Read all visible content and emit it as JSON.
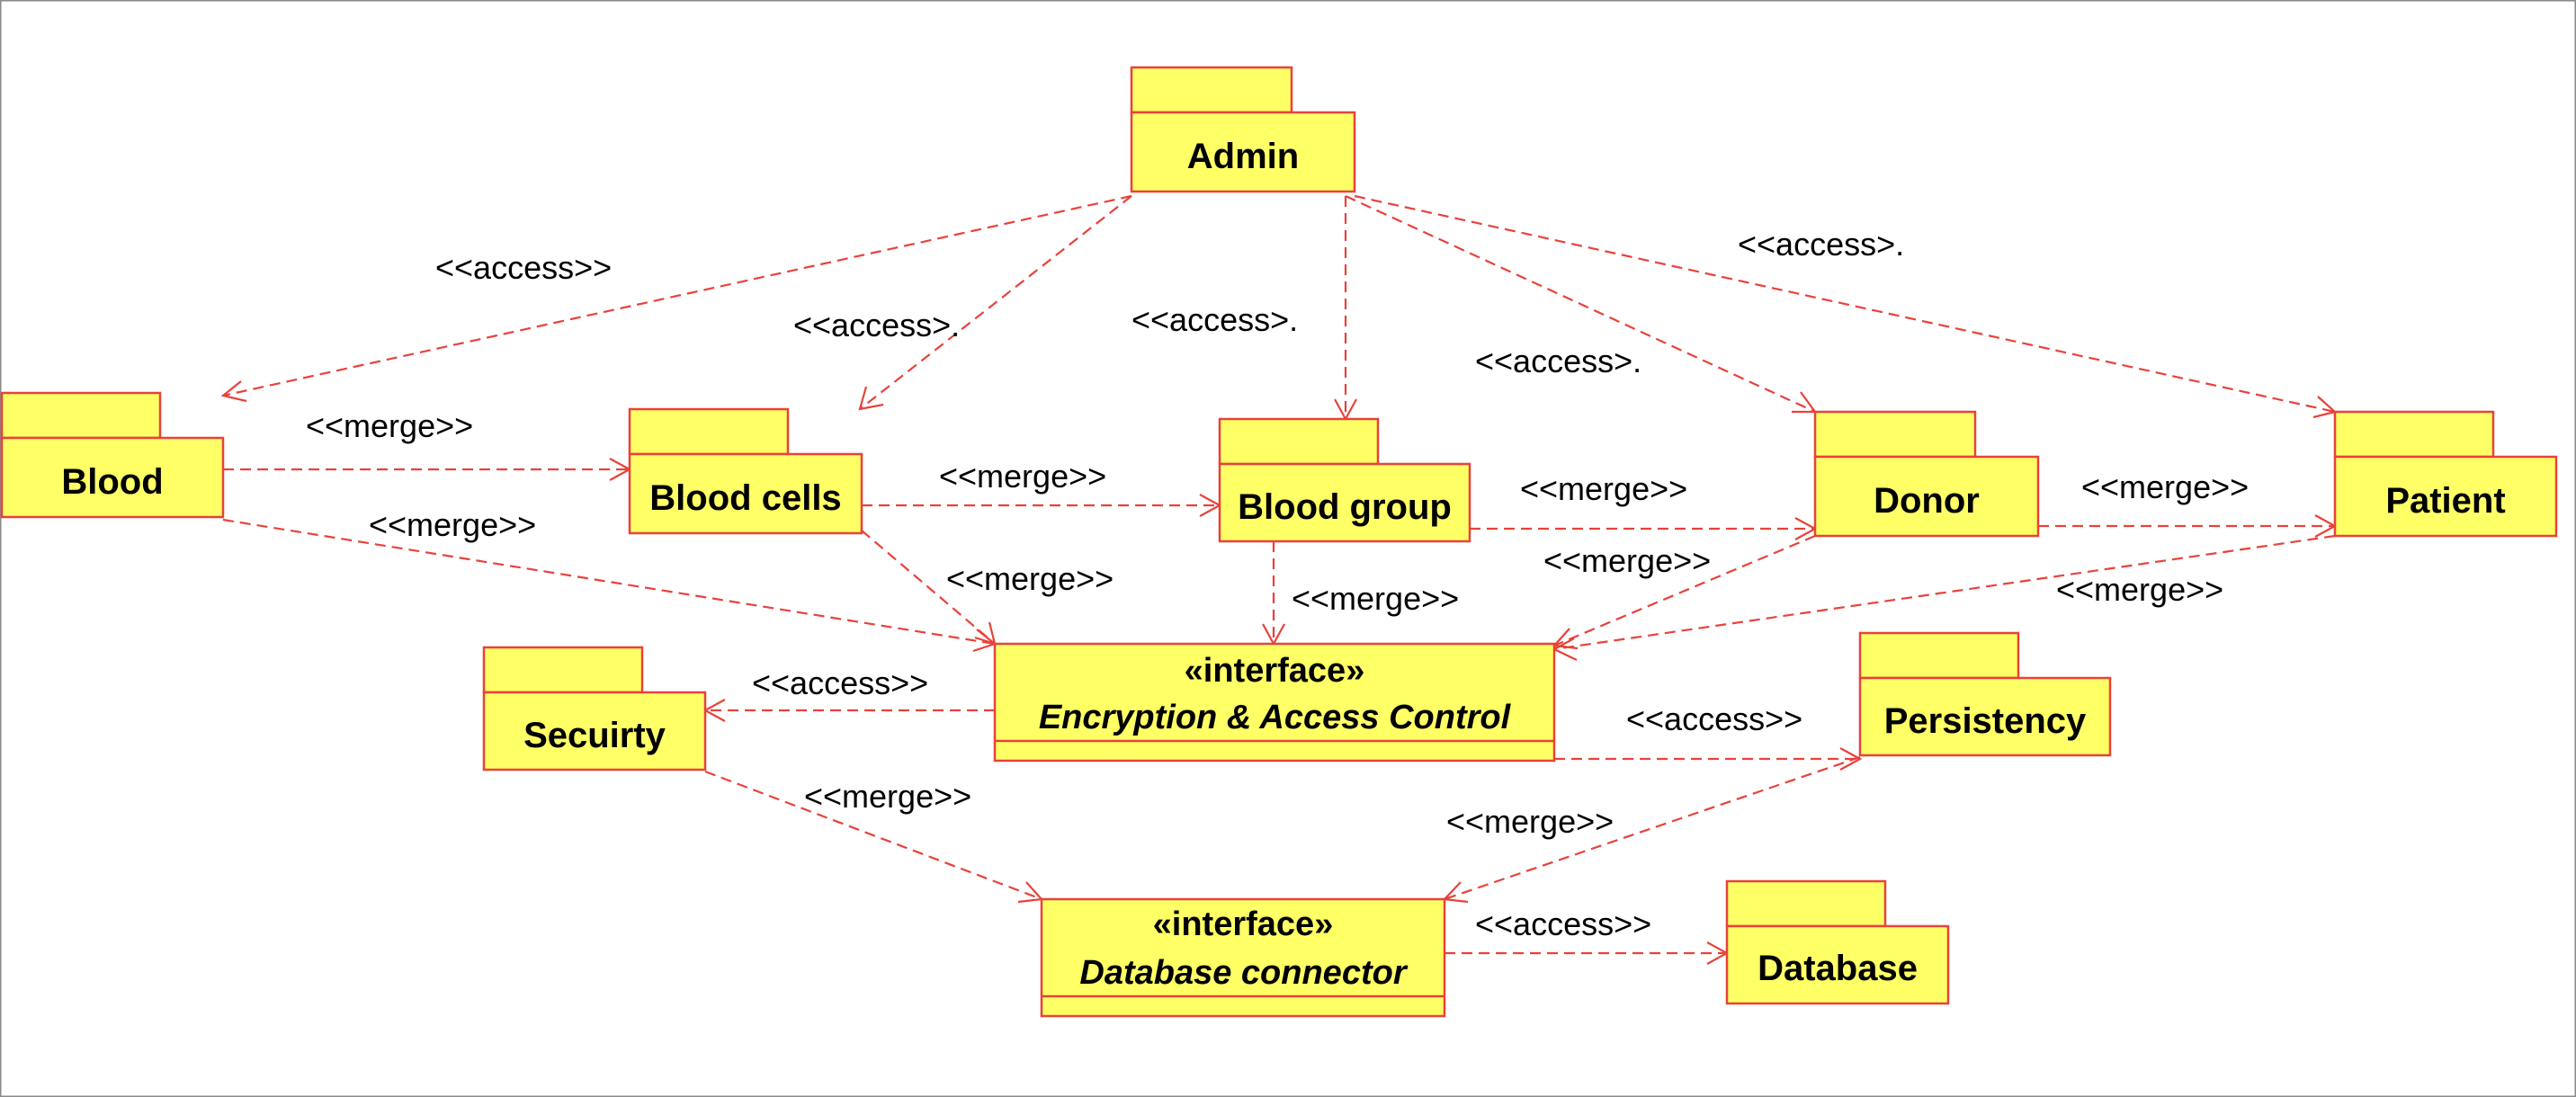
{
  "packages": {
    "admin": "Admin",
    "blood": "Blood",
    "blood_cells": "Blood cells",
    "blood_group": "Blood group",
    "donor": "Donor",
    "patient": "Patient",
    "security": "Secuirty",
    "persistency": "Persistency",
    "database": "Database"
  },
  "interfaces": {
    "encryption": {
      "stereotype": "«interface»",
      "name": "Encryption & Access Control"
    },
    "db_connector": {
      "stereotype": "«interface»",
      "name": "Database connector"
    }
  },
  "labels": {
    "admin_blood": "<<access>>",
    "admin_blood_cells": "<<access>.",
    "admin_blood_group": "<<access>.",
    "admin_donor": "<<access>.",
    "admin_patient": "<<access>.",
    "blood_cells_merge": "<<merge>>",
    "blood_enc_merge": "<<merge>>",
    "cells_group_merge": "<<merge>>",
    "cells_enc_merge": "<<merge>>",
    "group_donor_merge": "<<merge>>",
    "group_enc_merge": "<<merge>>",
    "donor_enc_merge": "<<merge>>",
    "donor_patient_merge": "<<merge>>",
    "patient_enc_merge": "<<merge>>",
    "enc_security_access": "<<access>>",
    "enc_persistency_access": "<<access>>",
    "security_db_merge": "<<merge>>",
    "persistency_db_merge": "<<merge>>",
    "db_database_access": "<<access>>"
  }
}
